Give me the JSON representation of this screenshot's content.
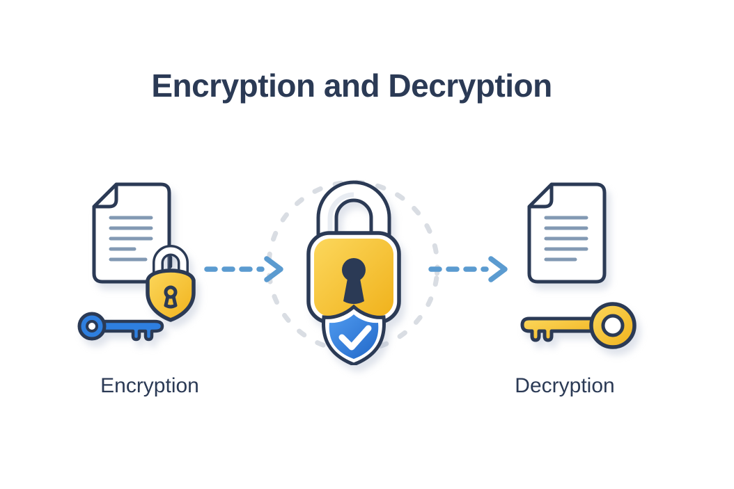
{
  "title": "Encryption and Decryption",
  "left": {
    "label": "Encryption",
    "icons": [
      "document-icon",
      "small-padlock-icon",
      "blue-key-icon"
    ]
  },
  "center": {
    "icons": [
      "large-padlock-icon",
      "shield-check-icon",
      "dotted-circle"
    ]
  },
  "right": {
    "label": "Decryption",
    "icons": [
      "document-icon",
      "yellow-key-icon"
    ]
  },
  "arrows": {
    "style": "dashed",
    "direction": "right",
    "count": 2
  },
  "colors": {
    "bg": "#ffffff",
    "navy": "#2b3a55",
    "yellow": "#f7c432",
    "yellow_light": "#fcd75c",
    "yellow_dark": "#f0b21c",
    "blue": "#2e7fe0",
    "blue_light": "#4f9aef",
    "blue_dark": "#2268c8",
    "arrow_blue": "#5b9bd0",
    "doc_line": "#8299b3",
    "dot_gray": "#d9dde3",
    "shackle_inner": "#e8ecf2"
  }
}
